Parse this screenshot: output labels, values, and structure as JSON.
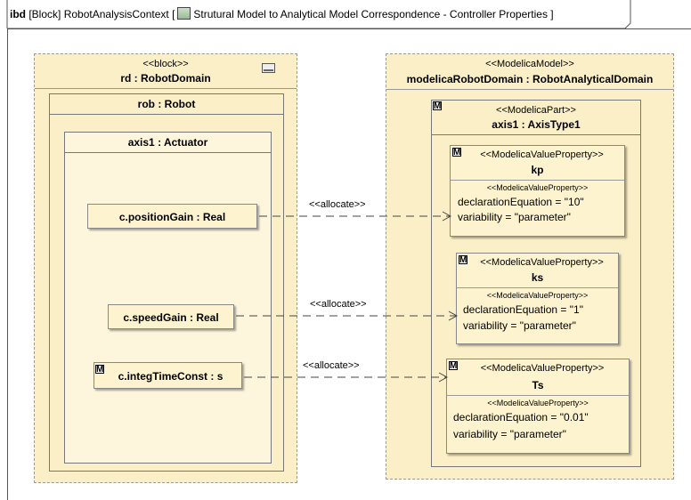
{
  "header": {
    "diagram_kind": "ibd",
    "block_ref": "[Block] RobotAnalysisContext [",
    "title": "Strutural Model to Analytical Model Correspondence - Controller Properties ]"
  },
  "left_block": {
    "stereotype": "<<block>>",
    "name": "rd : RobotDomain",
    "part": {
      "name": "rob : Robot",
      "inner": {
        "name": "axis1 : Actuator",
        "props": [
          {
            "label": "c.positionGain : Real"
          },
          {
            "label": "c.speedGain : Real"
          },
          {
            "label": "c.integTimeConst : s"
          }
        ]
      }
    }
  },
  "right_block": {
    "stereotype": "<<ModelicaModel>>",
    "name": "modelicaRobotDomain : RobotAnalyticalDomain",
    "part": {
      "stereotype": "<<ModelicaPart>>",
      "name": "axis1 : AxisType1",
      "props": [
        {
          "stereotype": "<<ModelicaValueProperty>>",
          "name": "kp",
          "small_stereo": "<<ModelicaValueProperty>>",
          "equation": "declarationEquation = \"10\"",
          "variability": "variability = \"parameter\""
        },
        {
          "stereotype": "<<ModelicaValueProperty>>",
          "name": "ks",
          "small_stereo": "<<ModelicaValueProperty>>",
          "equation": "declarationEquation = \"1\"",
          "variability": "variability = \"parameter\""
        },
        {
          "stereotype": "<<ModelicaValueProperty>>",
          "name": "Ts",
          "small_stereo": "<<ModelicaValueProperty>>",
          "equation": "declarationEquation = \"0.01\"",
          "variability": "variability = \"parameter\""
        }
      ]
    }
  },
  "allocations": [
    {
      "label": "<<allocate>>"
    },
    {
      "label": "<<allocate>>"
    },
    {
      "label": "<<allocate>>"
    }
  ],
  "icons": {
    "modelica_marker": "M",
    "package": "package-icon",
    "collapse": "rectangle-icon"
  }
}
